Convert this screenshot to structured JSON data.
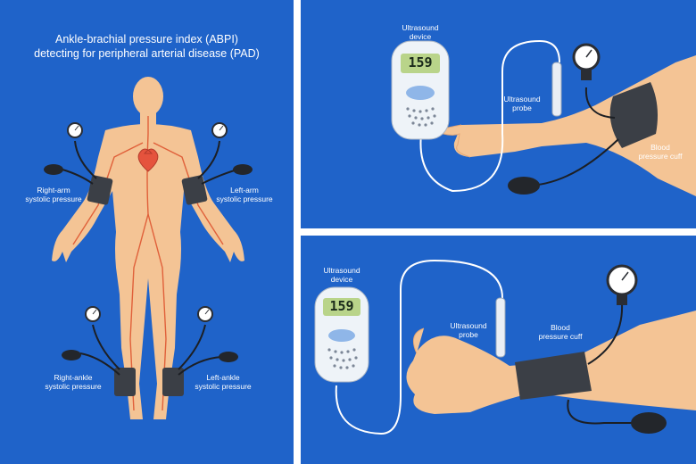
{
  "colors": {
    "background": "#1f63c9",
    "skin": "#f4c495",
    "skin_shadow": "#e6a876",
    "artery": "#e0603a",
    "cuff": "#3b3f46",
    "device": "#eef3f8",
    "screen": "#b9d48a"
  },
  "left_panel": {
    "title_line1": "Ankle-brachial pressure index (ABPI)",
    "title_line2": "detecting for peripheral arterial disease (PAD)",
    "right_arm_label": [
      "Right-arm",
      "systolic pressure"
    ],
    "left_arm_label": [
      "Left-arm",
      "systolic pressure"
    ],
    "right_ankle_label": [
      "Right-ankle",
      "systolic pressure"
    ],
    "left_ankle_label": [
      "Left-ankle",
      "systolic pressure"
    ]
  },
  "top_right_panel": {
    "device_label": [
      "Ultrasound",
      "device"
    ],
    "probe_label": [
      "Ultrasound",
      "probe"
    ],
    "cuff_label": [
      "Blood",
      "pressure cuff"
    ],
    "reading": "159"
  },
  "bottom_right_panel": {
    "device_label": [
      "Ultrasound",
      "device"
    ],
    "probe_label": [
      "Ultrasound",
      "probe"
    ],
    "cuff_label": [
      "Blood",
      "pressure cuff"
    ],
    "reading": "159"
  },
  "icons": [
    "gauge-icon",
    "bulb-icon",
    "heart-icon"
  ]
}
